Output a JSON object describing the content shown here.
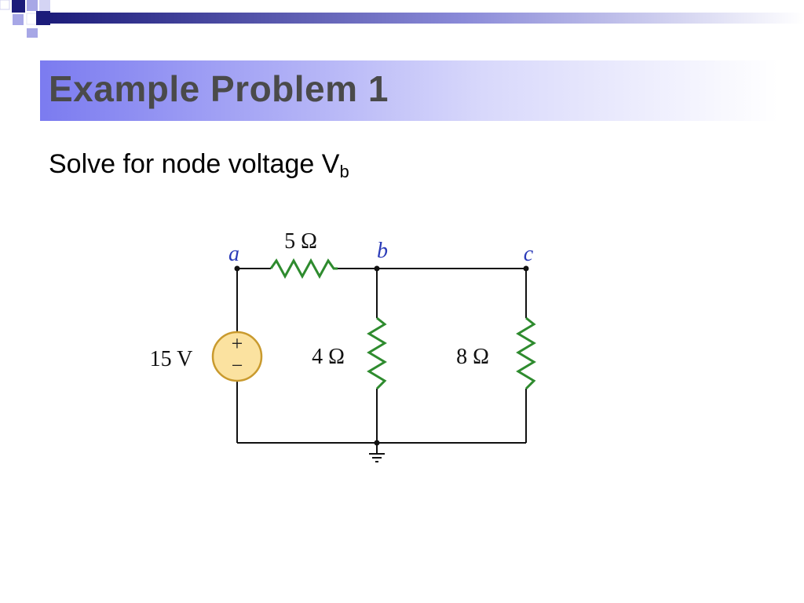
{
  "slide": {
    "title": "Example Problem 1",
    "bullet_text": "Solve for node voltage V",
    "bullet_subscript": "b"
  },
  "circuit": {
    "nodes": {
      "a": "a",
      "b": "b",
      "c": "c"
    },
    "source": {
      "value": "15 V",
      "plus": "+",
      "minus": "−"
    },
    "resistors": {
      "r_ab": "5 Ω",
      "r_b_ground": "4 Ω",
      "r_c_ground": "8 Ω"
    }
  },
  "colors": {
    "node_label": "#2b3bb8",
    "resistor": "#2e8b2e",
    "source_fill": "#fbe2a0",
    "source_stroke": "#c99a2e",
    "title_bar_start": "#7b7bf0",
    "deco_dark": "#1c1c7a",
    "deco_light": "#a7a7e6"
  }
}
